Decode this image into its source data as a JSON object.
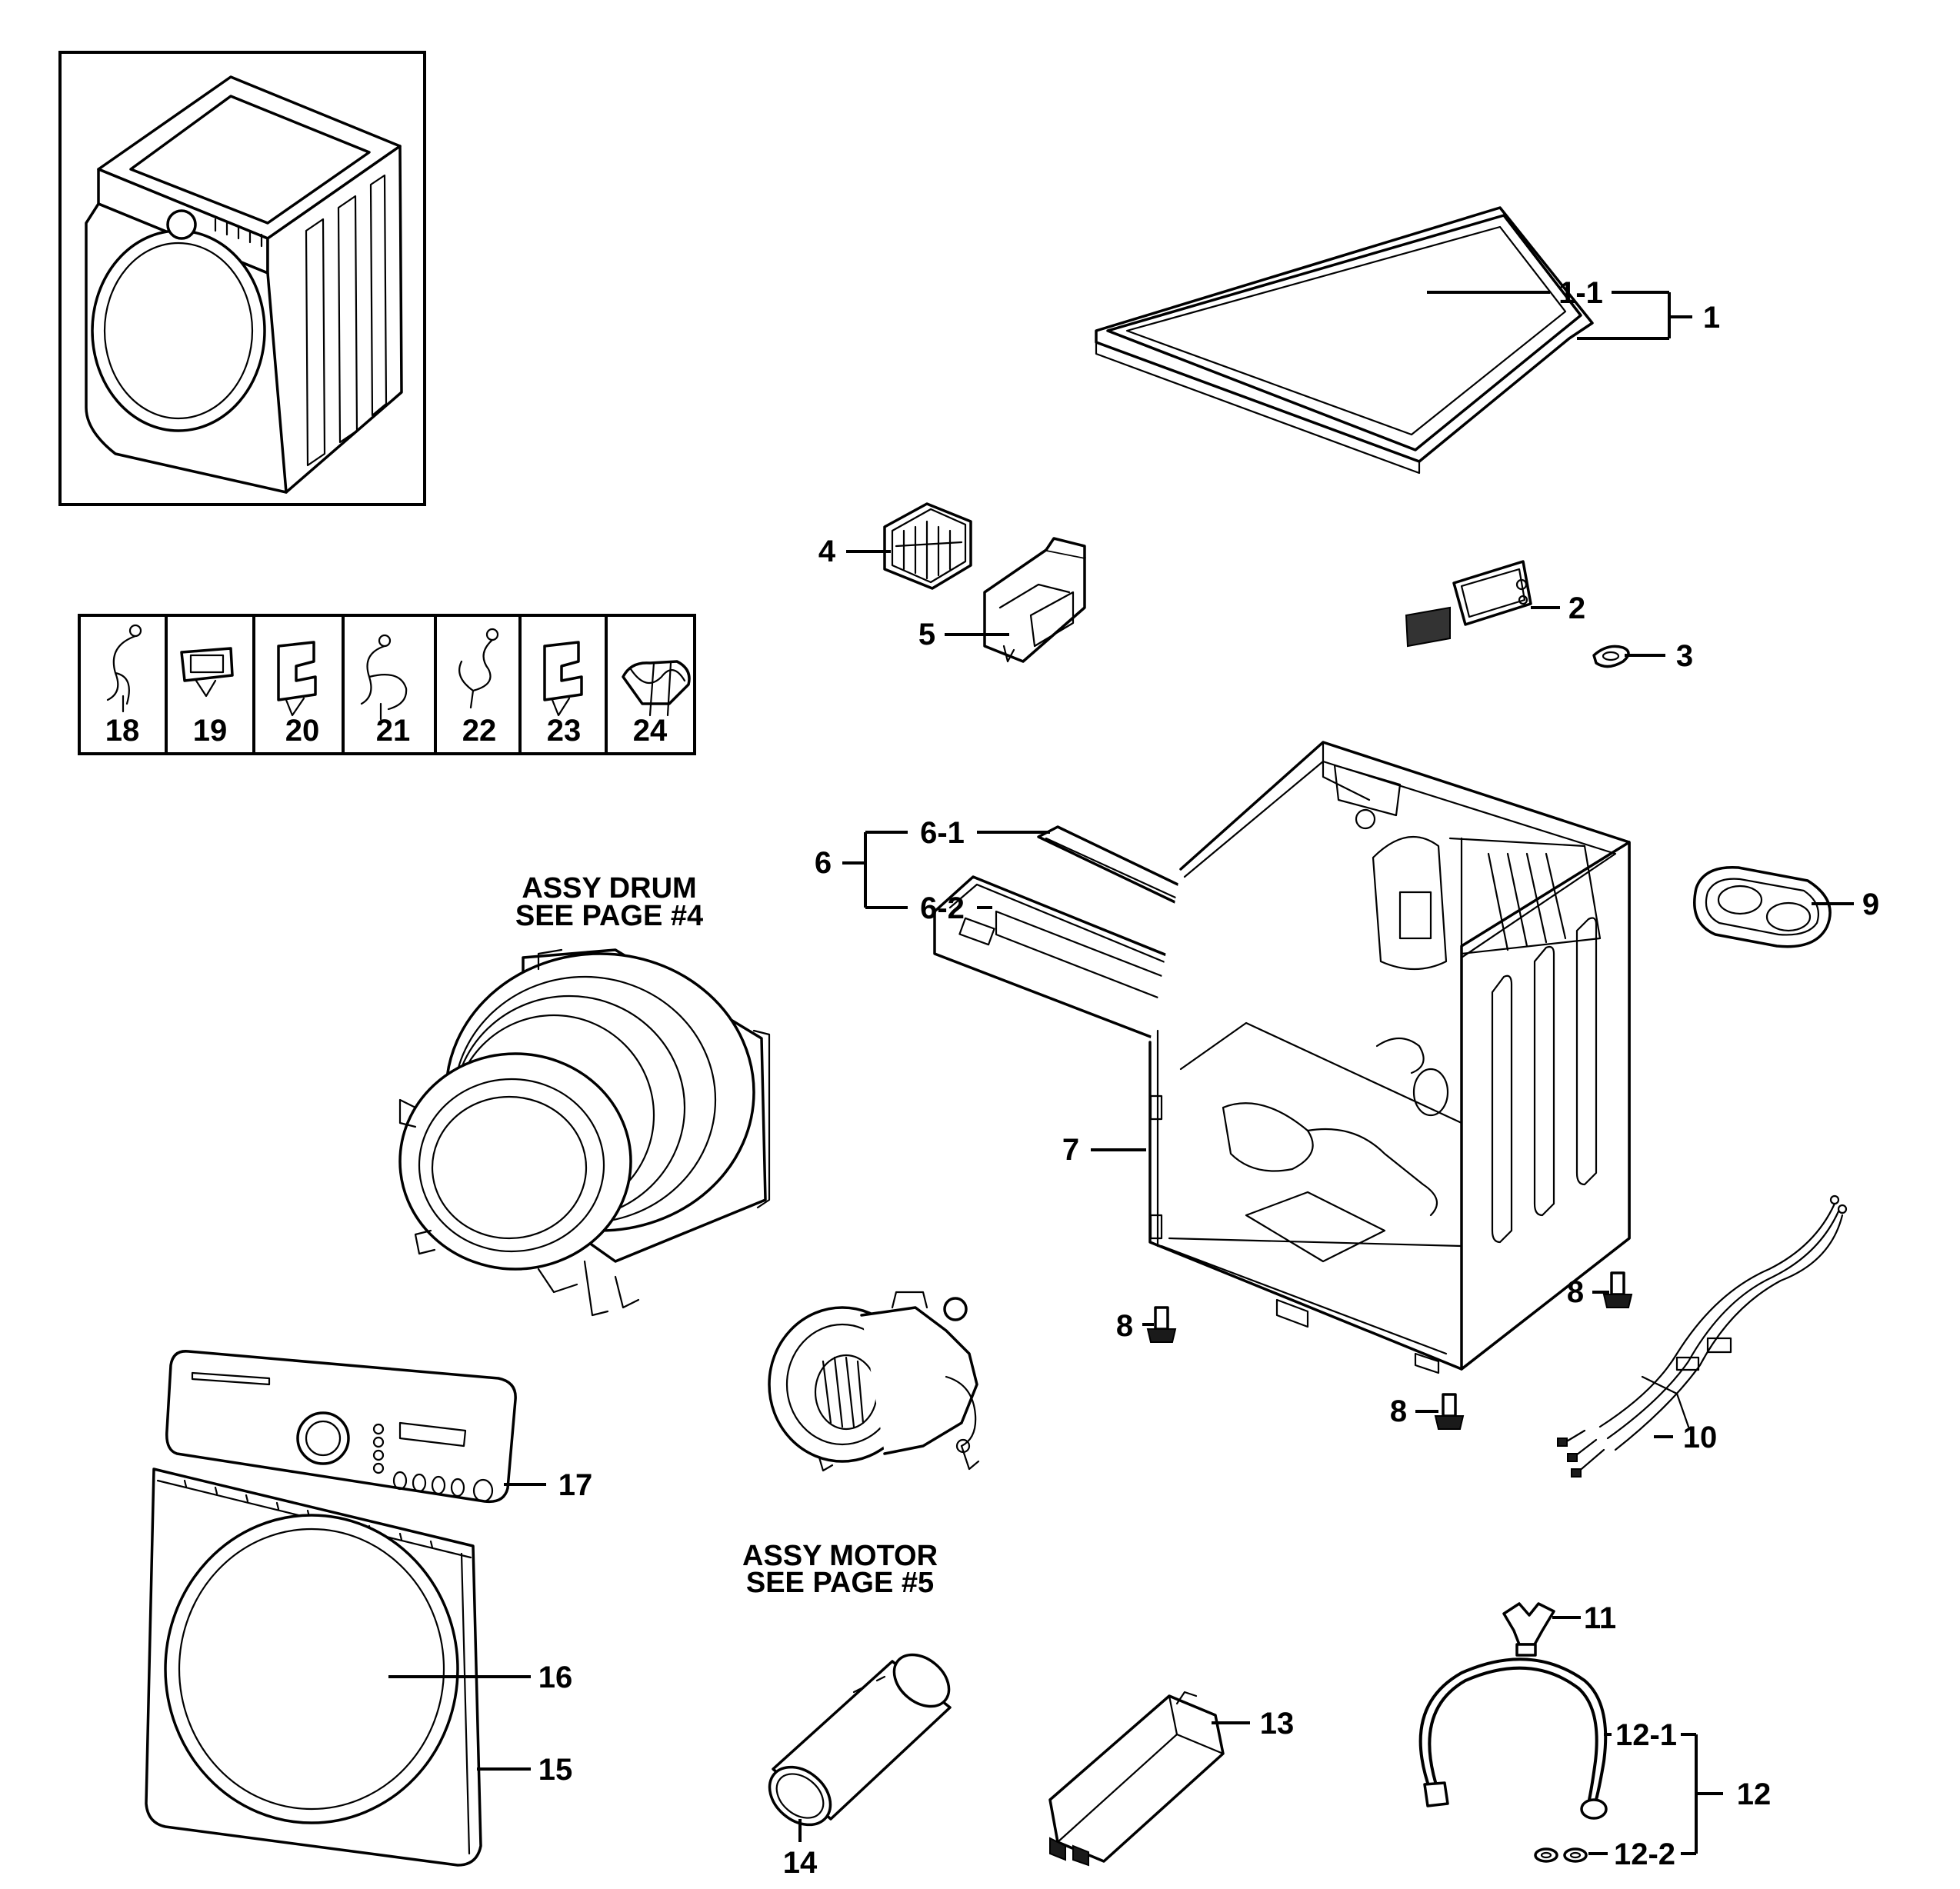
{
  "callouts": {
    "c1_1": "1-1",
    "c1": "1",
    "c2": "2",
    "c3": "3",
    "c4": "4",
    "c5": "5",
    "c6": "6",
    "c6_1": "6-1",
    "c6_2": "6-2",
    "c7": "7",
    "c8a": "8",
    "c8b": "8",
    "c8c": "8",
    "c9": "9",
    "c10": "10",
    "c11": "11",
    "c12": "12",
    "c12_1": "12-1",
    "c12_2": "12-2",
    "c13": "13",
    "c14": "14",
    "c15": "15",
    "c16": "16",
    "c17": "17"
  },
  "kit_table": {
    "items": [
      "18",
      "19",
      "20",
      "21",
      "22",
      "23",
      "24"
    ]
  },
  "notes": {
    "drum_line1": "ASSY DRUM",
    "drum_line2": "SEE PAGE #4",
    "motor_line1": "ASSY MOTOR",
    "motor_line2": "SEE PAGE #5"
  }
}
